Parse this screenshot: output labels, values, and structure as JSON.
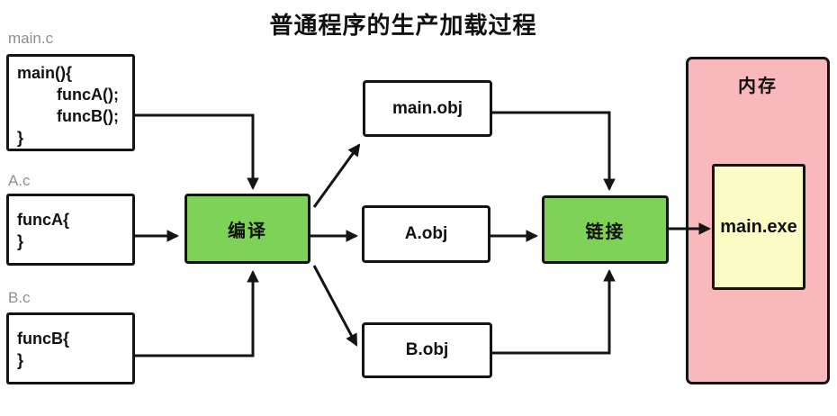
{
  "title": "普通程序的生产加载过程",
  "colors": {
    "process_green": "#7ed257",
    "memory_pink": "#f8b8bc",
    "exe_yellow": "#fbfbc6",
    "file_label_gray": "#8f8f8f",
    "line_black": "#141414"
  },
  "source_files": [
    {
      "label": "main.c",
      "lines": [
        "main(){",
        "funcA();",
        "funcB();",
        "}"
      ]
    },
    {
      "label": "A.c",
      "lines": [
        "funcA{",
        "}"
      ]
    },
    {
      "label": "B.c",
      "lines": [
        "funcB{",
        "}"
      ]
    }
  ],
  "process": {
    "compile": "编译",
    "link": "链接"
  },
  "objects": [
    "main.obj",
    "A.obj",
    "B.obj"
  ],
  "memory": {
    "label": "内存",
    "exe": "main.exe"
  }
}
